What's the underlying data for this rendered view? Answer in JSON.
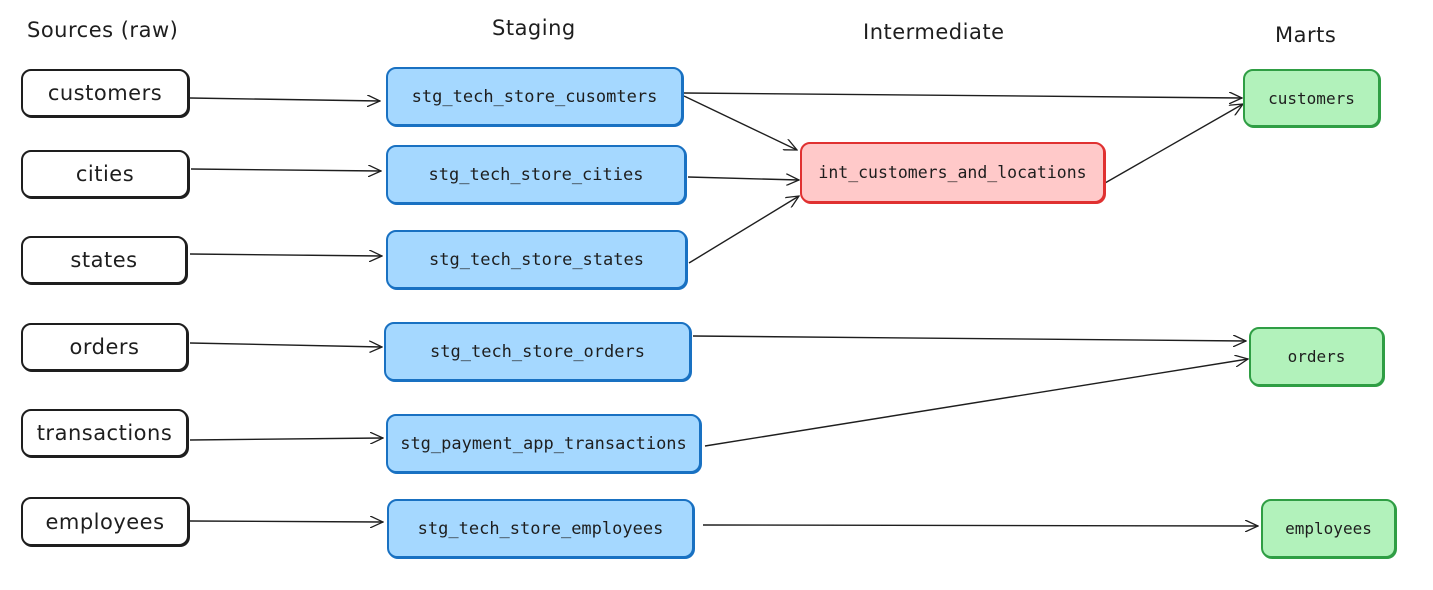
{
  "columns": {
    "sources": "Sources (raw)",
    "staging": "Staging",
    "intermediate": "Intermediate",
    "marts": "Marts"
  },
  "sources": [
    "customers",
    "cities",
    "states",
    "orders",
    "transactions",
    "employees"
  ],
  "staging": [
    "stg_tech_store_cusomters",
    "stg_tech_store_cities",
    "stg_tech_store_states",
    "stg_tech_store_orders",
    "stg_payment_app_transactions",
    "stg_tech_store_employees"
  ],
  "intermediate": [
    "int_customers_and_locations"
  ],
  "marts": [
    "customers",
    "orders",
    "employees"
  ],
  "colors": {
    "stroke": "#1e1e1e",
    "staging_fill": "#a5d8ff",
    "staging_stroke": "#1971c2",
    "intermediate_fill": "#ffc9c9",
    "intermediate_stroke": "#e03131",
    "mart_fill": "#b2f2bb",
    "mart_stroke": "#2f9e44"
  }
}
